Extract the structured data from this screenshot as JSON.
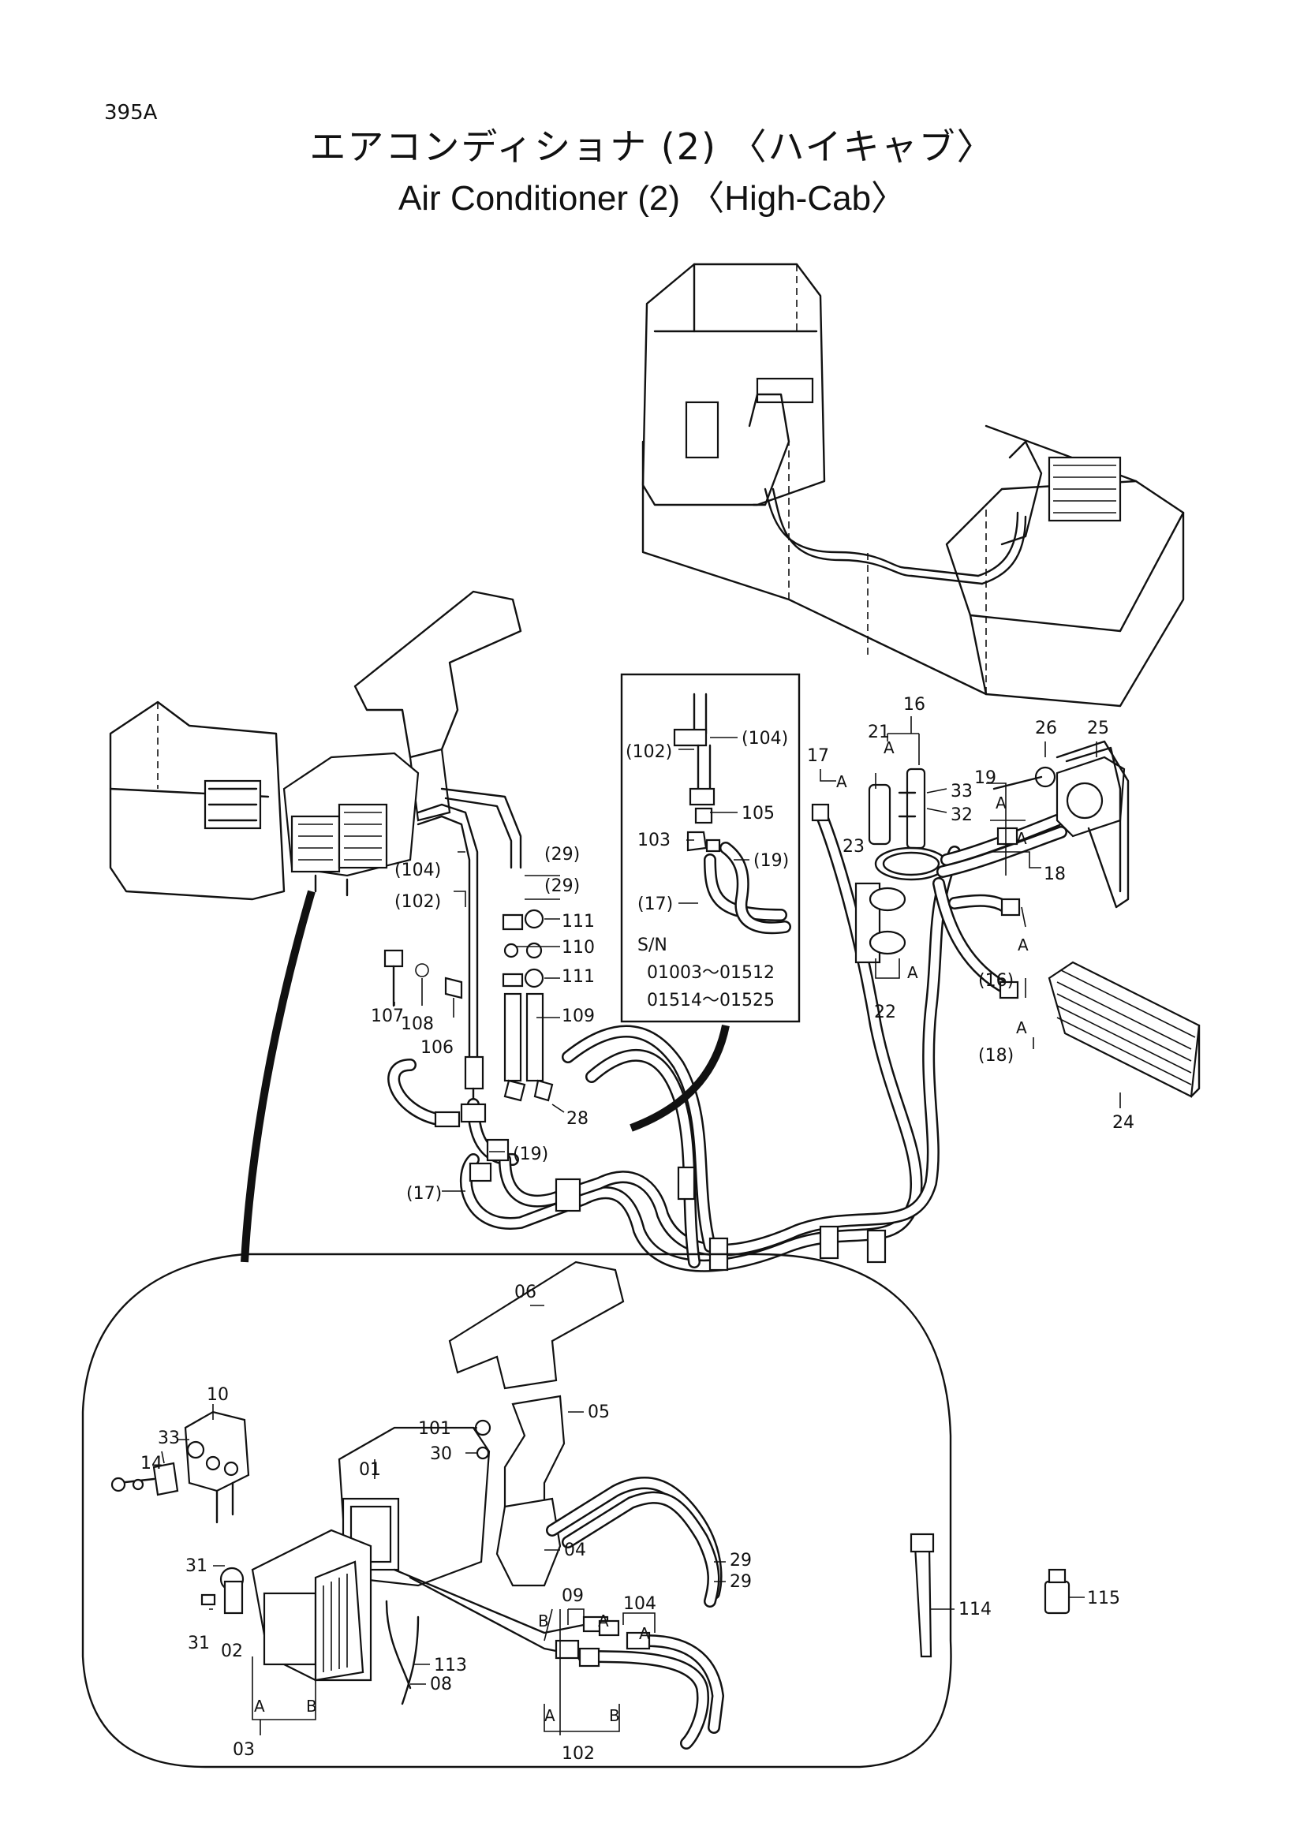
{
  "page_number": "395A",
  "title_ja": "エアコンディショナ (2) 〈ハイキャブ〉",
  "title_en": "Air Conditioner (2) 〈High-Cab〉",
  "inset": {
    "sn_label": "S/N",
    "sn_range_1": "01003～01512",
    "sn_range_2": "01514～01525",
    "labels": {
      "l102": "(102)",
      "l104": "(104)",
      "l105": "105",
      "l103": "103",
      "l19": "(19)",
      "l17": "(17)"
    }
  },
  "labels": {
    "p16": "16",
    "p17": "17",
    "p21": "21",
    "p23": "23",
    "p33": "33",
    "p32": "32",
    "p19": "19",
    "p26": "26",
    "p25": "25",
    "p18": "18",
    "p22": "22",
    "p16b": "(16)",
    "p18b": "(18)",
    "p24": "24",
    "p29a": "(29)",
    "p29b": "(29)",
    "p104": "(104)",
    "p102": "(102)",
    "p111a": "111",
    "p110": "110",
    "p111b": "111",
    "p109": "109",
    "p107": "107",
    "p108": "108",
    "p106": "106",
    "p28": "28",
    "p19b": "(19)",
    "p17b": "(17)",
    "a1": "A",
    "a2": "A",
    "a3": "A",
    "a4": "A",
    "a5": "A",
    "a6": "A",
    "a7": "A"
  },
  "detail": {
    "p06": "06",
    "p05": "05",
    "p101": "101",
    "p30": "30",
    "p01": "01",
    "p10": "10",
    "p33": "33",
    "p14": "14",
    "p04": "04",
    "p29a": "29",
    "p29b": "29",
    "p09": "09",
    "p104": "104",
    "p31a": "31",
    "p31b": "31",
    "p02": "02",
    "p113": "113",
    "p08": "08",
    "p03": "03",
    "p102": "102",
    "pA1": "A",
    "pB1": "B",
    "pB2": "B",
    "pA2": "A",
    "pA3": "A",
    "pA4": "A",
    "pB3": "B"
  },
  "extras": {
    "p114": "114",
    "p115": "115"
  }
}
